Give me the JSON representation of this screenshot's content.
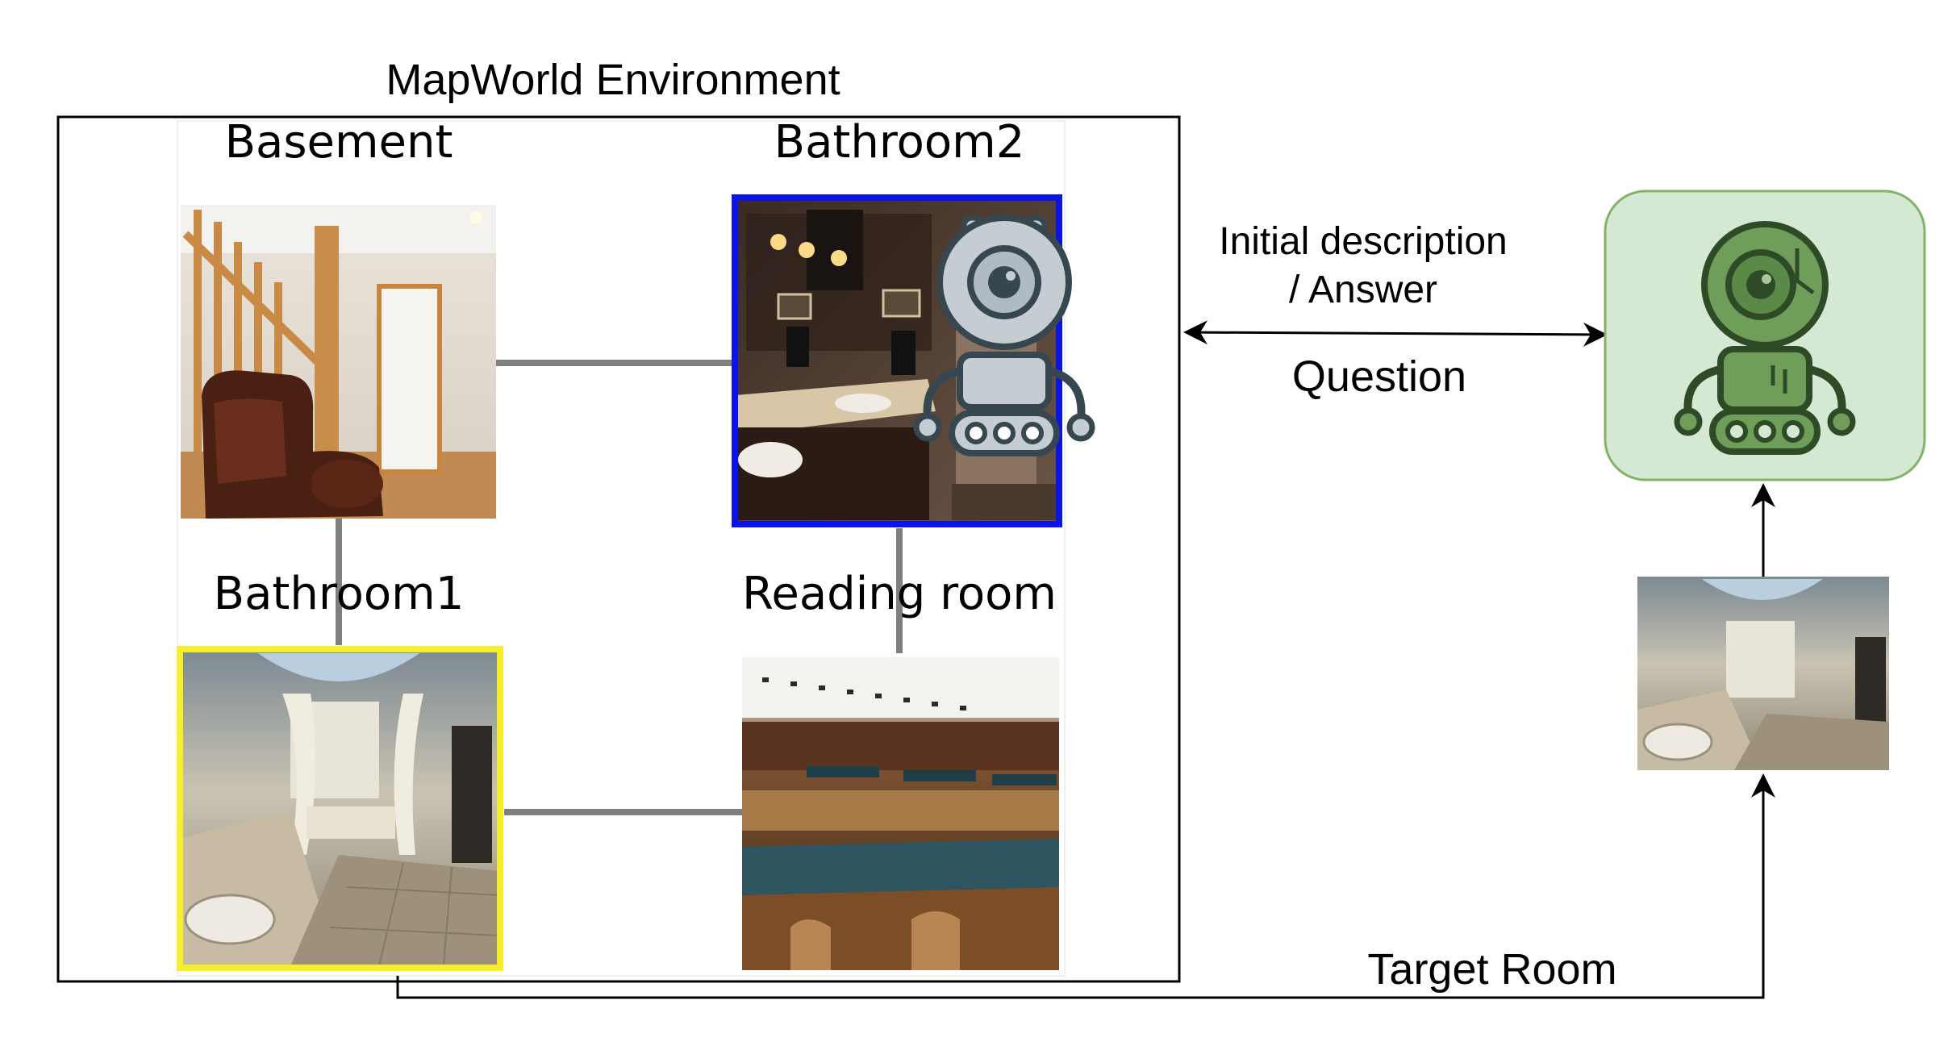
{
  "diagram": {
    "title": "MapWorld Environment",
    "rooms": [
      {
        "id": "basement",
        "label": "Basement",
        "photo": "basement-photo"
      },
      {
        "id": "bathroom2",
        "label": "Bathroom2",
        "photo": "bathroom-photo"
      },
      {
        "id": "bathroom1",
        "label": "Bathroom1",
        "photo": "bathroom-photo"
      },
      {
        "id": "reading-room",
        "label": "Reading room",
        "photo": "library-photo"
      }
    ],
    "agents": [
      {
        "id": "explorer",
        "icon": "robot-icon",
        "color": "#c5cdd3"
      },
      {
        "id": "guide",
        "icon": "robot-icon",
        "color": "#6e9e5a"
      }
    ],
    "messages": {
      "initial_line1": "Initial description",
      "initial_line2": "/ Answer",
      "question": "Question"
    },
    "target_label": "Target Room",
    "colors": {
      "current_room_border": "#0a14e6",
      "target_room_border": "#f5ee2a",
      "guide_box_fill": "#d5e8d4",
      "guide_box_stroke": "#82b366",
      "edge": "#7f7f7f"
    }
  }
}
